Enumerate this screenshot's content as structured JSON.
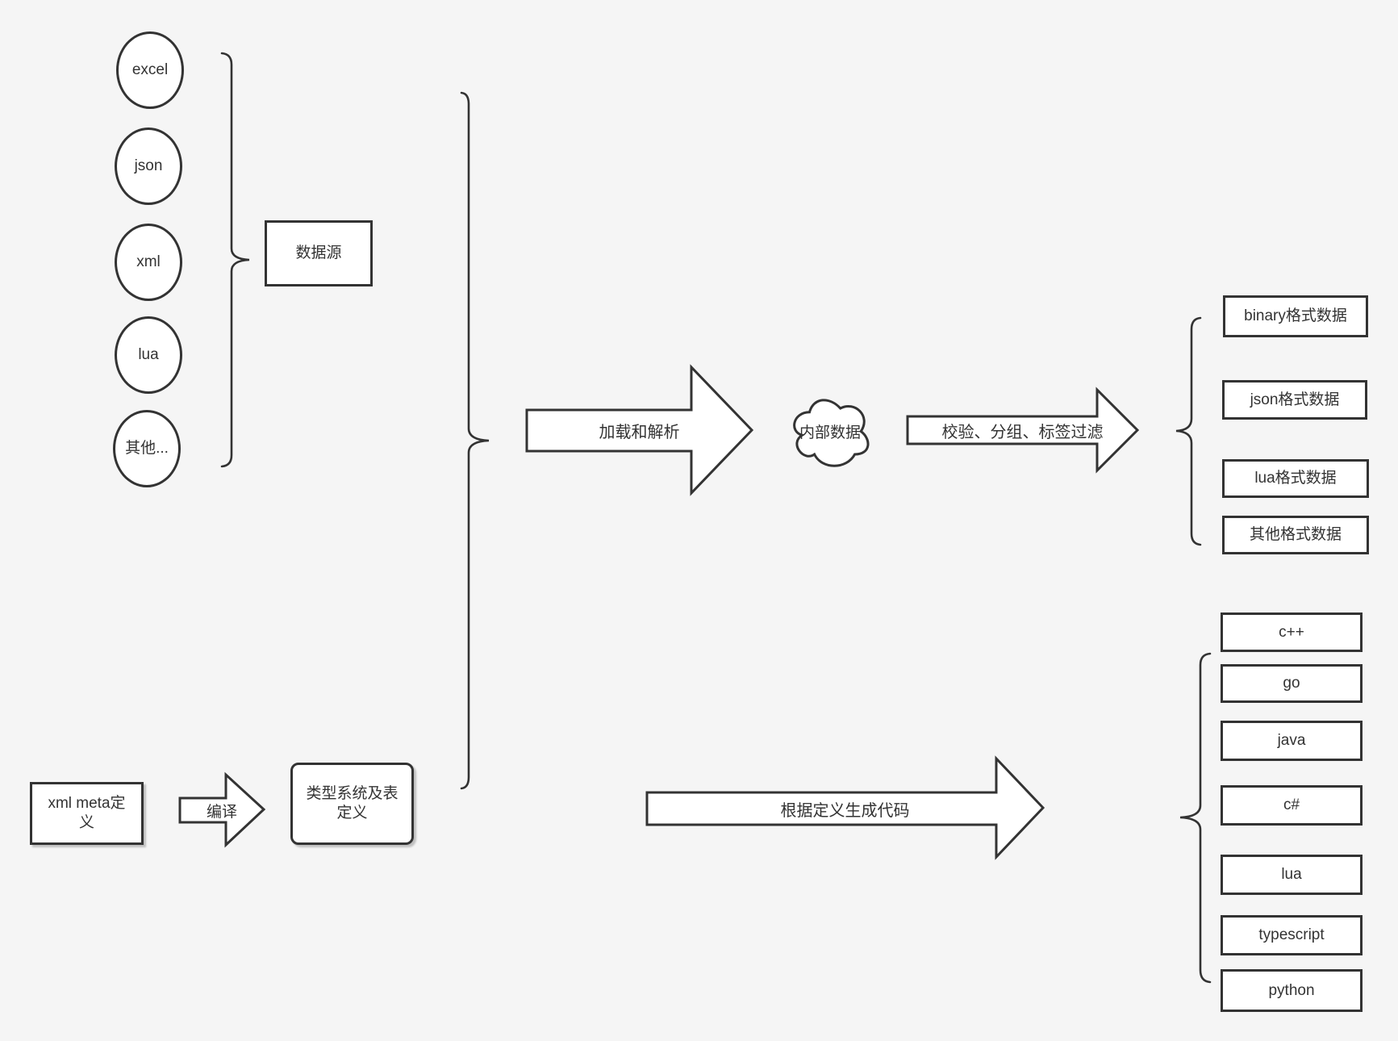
{
  "canvas": {
    "bg": "#f5f5f5",
    "stroke": "#333333",
    "fill": "#ffffff",
    "text": "#333333"
  },
  "sources": {
    "items": [
      "excel",
      "json",
      "xml",
      "lua",
      "其他..."
    ],
    "group_label": "数据源"
  },
  "pipeline": {
    "load_arrow_label": "加载和解析",
    "internal_data_label": "内部数据",
    "filter_arrow_label": "校验、分组、标签过滤",
    "outputs": [
      "binary格式数据",
      "json格式数据",
      "lua格式数据",
      "其他格式数据"
    ]
  },
  "definition": {
    "meta_box_label": "xml meta定义",
    "compile_arrow_label": "编译",
    "type_system_box_label": "类型系统及表定义"
  },
  "codegen": {
    "arrow_label": "根据定义生成代码",
    "languages": [
      "c++",
      "go",
      "java",
      "c#",
      "lua",
      "typescript",
      "python"
    ]
  }
}
